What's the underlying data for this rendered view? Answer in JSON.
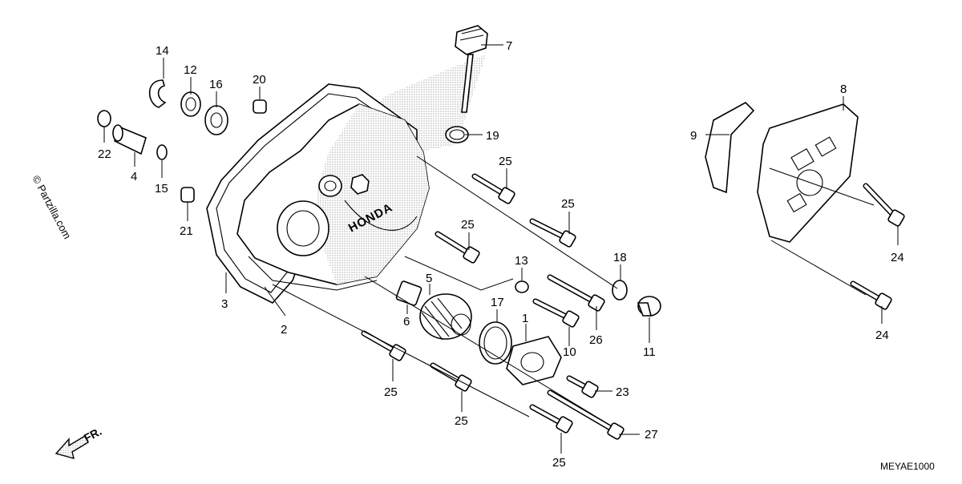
{
  "diagram": {
    "watermark": "© Partzilla.com",
    "code": "MEYAE1000",
    "front": "FR.",
    "brand": "HONDA",
    "labels": [
      "1",
      "2",
      "3",
      "4",
      "5",
      "6",
      "7",
      "8",
      "9",
      "10",
      "11",
      "12",
      "13",
      "14",
      "15",
      "16",
      "17",
      "18",
      "19",
      "20",
      "21",
      "22",
      "23",
      "24",
      "24",
      "25",
      "25",
      "25",
      "25",
      "25",
      "25",
      "25",
      "26",
      "27"
    ]
  }
}
